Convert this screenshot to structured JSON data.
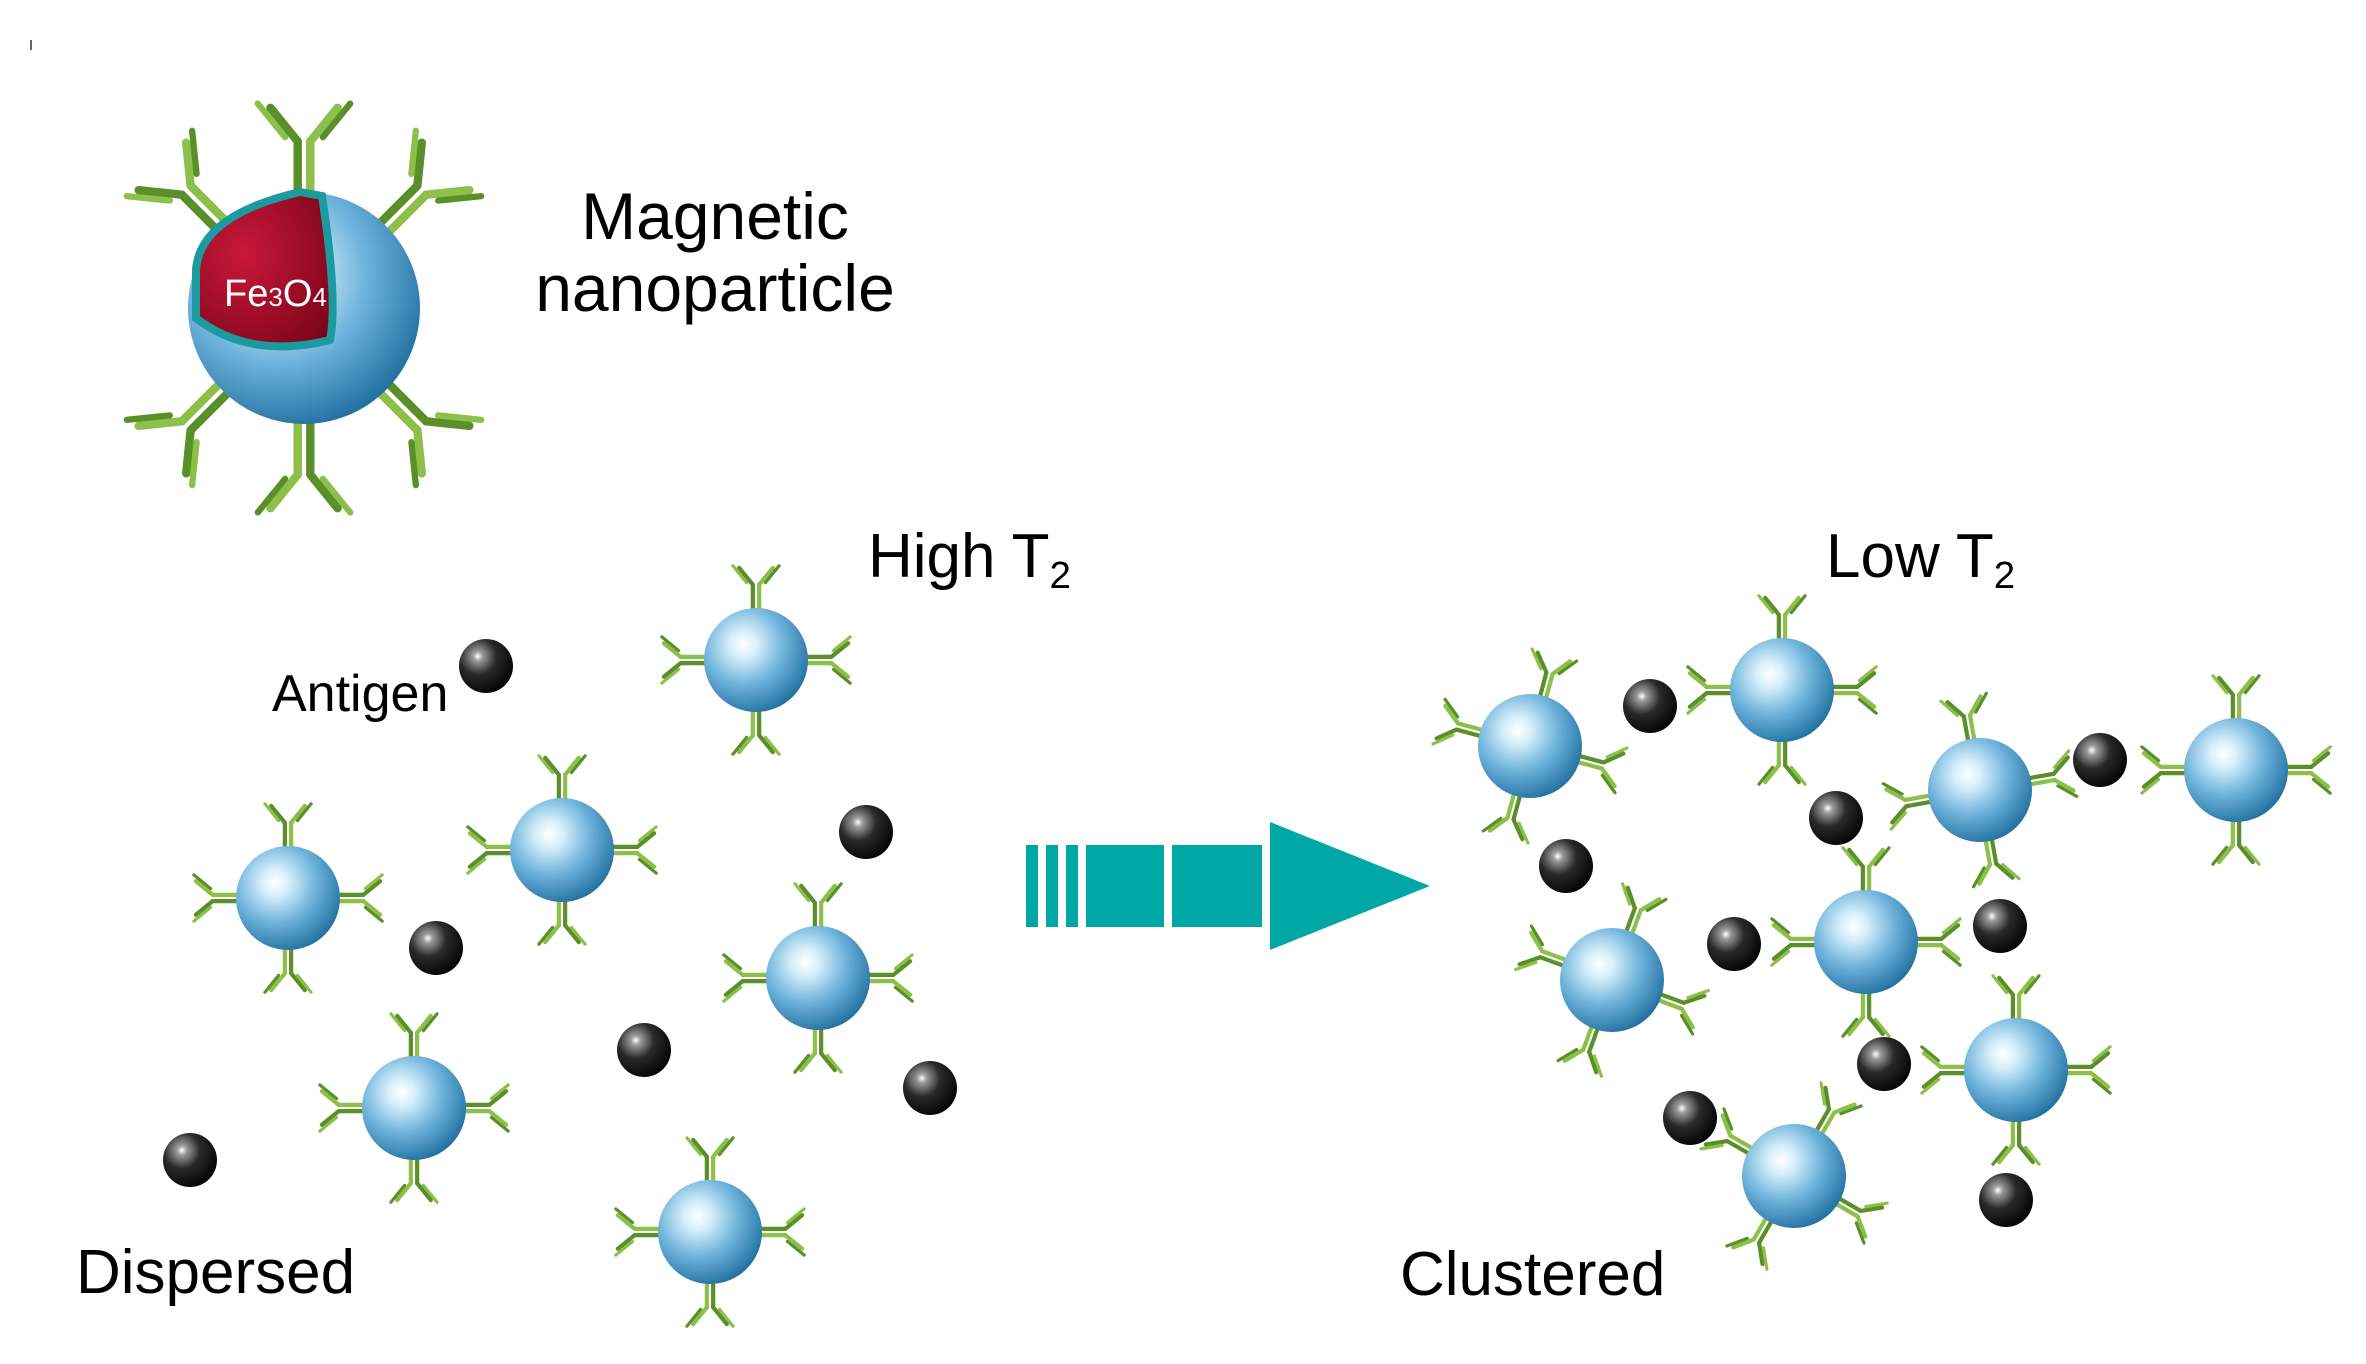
{
  "legend": {
    "title_line1": "Magnetic",
    "title_line2": "nanoparticle",
    "core": {
      "fe": "Fe",
      "n1": "3",
      "o": "O",
      "n2": "4"
    }
  },
  "panels": {
    "left": {
      "state_label": "Dispersed",
      "signal_label": "High T",
      "signal_sub": "2",
      "antigen_label": "Antigen"
    },
    "right": {
      "state_label": "Clustered",
      "signal_label": "Low T",
      "signal_sub": "2"
    }
  },
  "colors": {
    "particle": "#6fb4dc",
    "antibody": "#5a8f2a",
    "antigen": "#1a1a1a",
    "core": "#a8102a",
    "shell_rim": "#1c9aa0",
    "arrow": "#00a8a5"
  }
}
